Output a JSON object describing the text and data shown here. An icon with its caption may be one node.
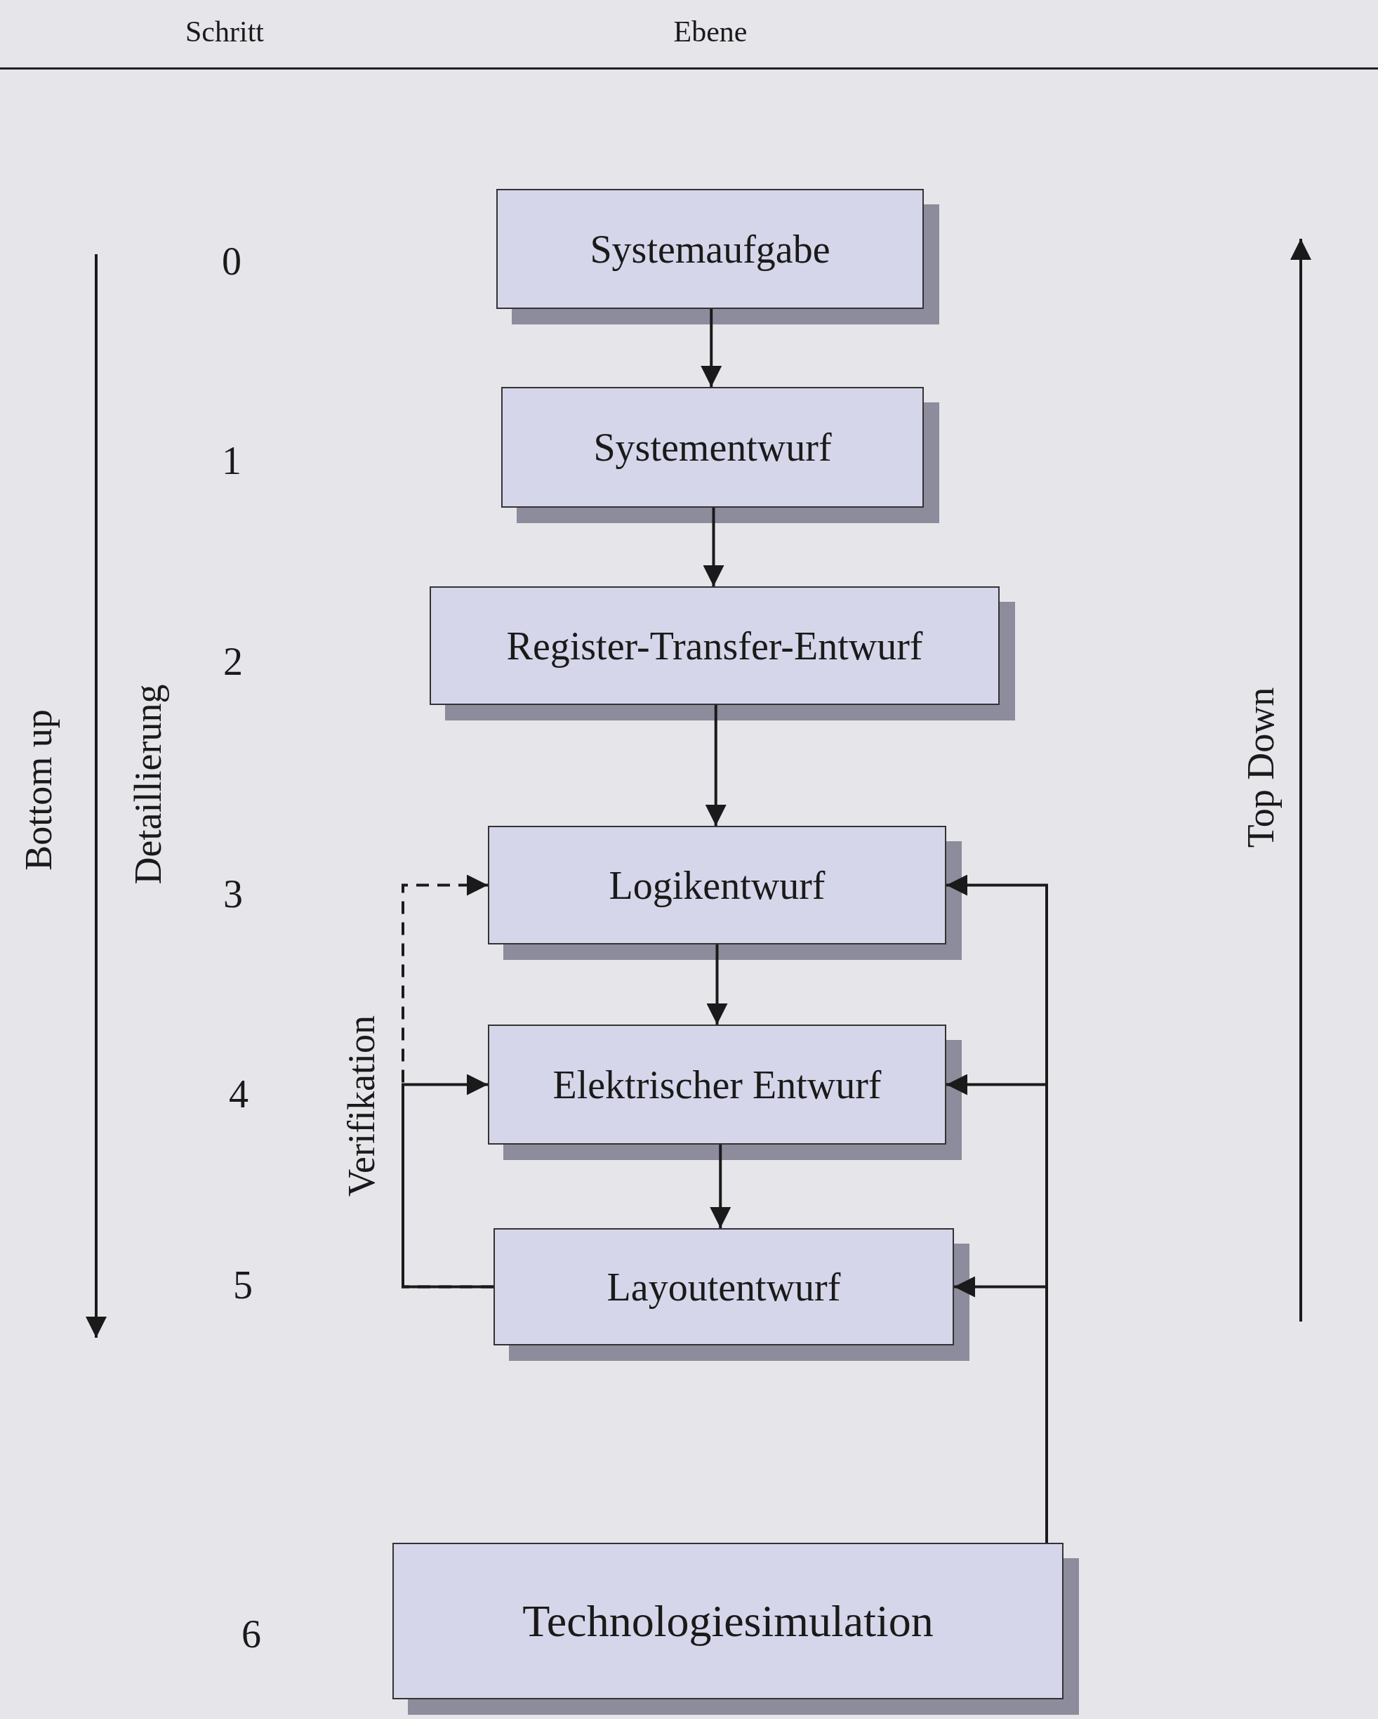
{
  "diagram": {
    "nodes": [
      {
        "text": [
          "Systemaufgabe"
        ]
      },
      {
        "text": [
          "Systementwurf"
        ]
      },
      {
        "text": [
          "Register-Transfer-Entwurf"
        ]
      },
      {
        "text": [
          "Logikentwurf"
        ]
      },
      {
        "text": [
          "Elektrischer Entwurf"
        ]
      },
      {
        "text": [
          "Layoutentwurf"
        ]
      },
      {
        "text": [
          "Technologiesimulation"
        ]
      }
    ],
    "edges": [
      {
        "from": 0,
        "to": 1,
        "arrow": "to"
      },
      {
        "from": 1,
        "to": 2,
        "arrow": "to"
      },
      {
        "from": 2,
        "to": 3,
        "arrow": "to"
      },
      {
        "from": 3,
        "to": 4,
        "arrow": "to"
      },
      {
        "from": 4,
        "to": 5,
        "arrow": "to"
      },
      {
        "from": 6,
        "to": 3,
        "arrow": "to"
      },
      {
        "from": 6,
        "to": 4,
        "arrow": "to"
      },
      {
        "from": 6,
        "to": 5,
        "arrow": "to"
      },
      {
        "from": 5,
        "to": 3,
        "arrow": "to",
        "style": "dashed"
      },
      {
        "from": 5,
        "to": 4,
        "arrow": "to"
      }
    ],
    "labels": [
      "Schritt",
      "Ebene",
      "0",
      "1",
      "2",
      "3",
      "4",
      "5",
      "6",
      "Bottom up",
      "Detaillierung",
      "Top Down",
      "Verifikation"
    ]
  }
}
